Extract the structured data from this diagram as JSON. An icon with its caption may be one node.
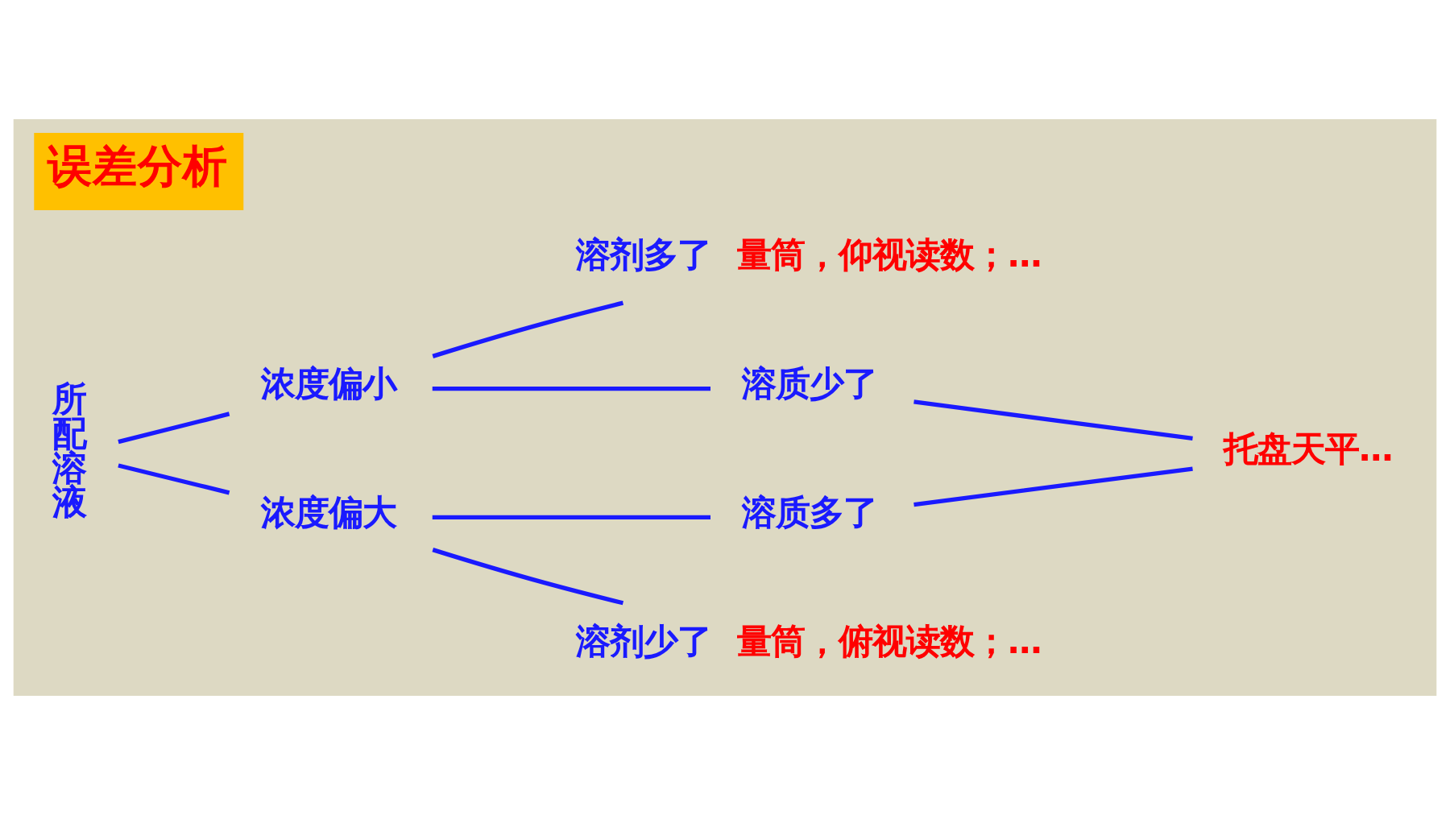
{
  "diagram": {
    "title": "误差分析",
    "nodes": [
      {
        "text": [
          "所配溶液"
        ]
      },
      {
        "text": [
          "浓度偏小"
        ]
      },
      {
        "text": [
          "溶剂多了"
        ],
        "beside": [
          "量筒，仰视读数；…"
        ]
      },
      {
        "text": [
          "溶质少了"
        ]
      },
      {
        "text": [
          "溶质多了"
        ]
      },
      {
        "text": [
          "托盘天平…"
        ]
      },
      {
        "text": [
          "浓度偏大"
        ]
      },
      {
        "text": [
          "溶剂少了"
        ],
        "beside": [
          "量筒，俯视读数；…"
        ]
      }
    ],
    "edges": [
      {
        "from": 0,
        "to": 1,
        "arrow": "none"
      },
      {
        "from": 0,
        "to": 6,
        "arrow": "none"
      },
      {
        "from": 1,
        "to": 2,
        "arrow": "none"
      },
      {
        "from": 1,
        "to": 3,
        "arrow": "none"
      },
      {
        "from": 6,
        "to": 4,
        "arrow": "none"
      },
      {
        "from": 6,
        "to": 7,
        "arrow": "none"
      },
      {
        "from": 3,
        "to": 5,
        "arrow": "none"
      },
      {
        "from": 4,
        "to": 5,
        "arrow": "none"
      }
    ]
  }
}
